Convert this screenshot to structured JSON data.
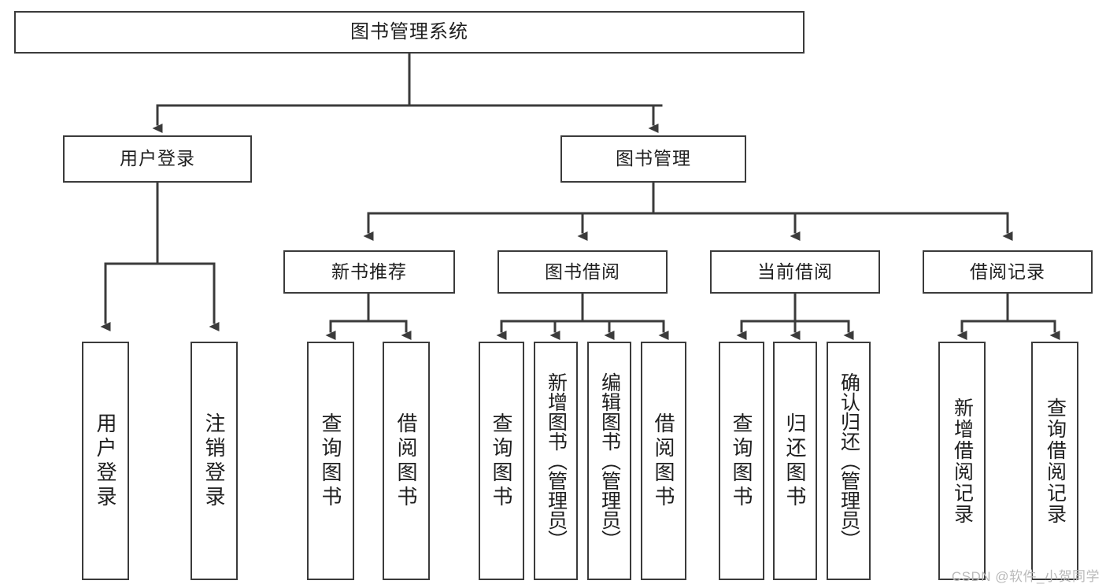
{
  "diagram": {
    "title": "图书管理系统",
    "type": "tree",
    "root": {
      "id": "root",
      "label": "图书管理系统"
    },
    "level1": [
      {
        "id": "user-login",
        "label": "用户登录"
      },
      {
        "id": "book-manage",
        "label": "图书管理"
      }
    ],
    "level2": [
      {
        "id": "new-book-rec",
        "label": "新书推荐",
        "parent": "book-manage"
      },
      {
        "id": "book-borrow",
        "label": "图书借阅",
        "parent": "book-manage"
      },
      {
        "id": "current-borrow",
        "label": "当前借阅",
        "parent": "book-manage"
      },
      {
        "id": "borrow-record",
        "label": "借阅记录",
        "parent": "book-manage"
      }
    ],
    "leaves": [
      {
        "id": "leaf-user-login",
        "label": "用户登录",
        "parent": "user-login"
      },
      {
        "id": "leaf-logout",
        "label": "注销登录",
        "parent": "user-login"
      },
      {
        "id": "leaf-query-book-1",
        "label": "查询图书",
        "parent": "new-book-rec"
      },
      {
        "id": "leaf-borrow-book-1",
        "label": "借阅图书",
        "parent": "new-book-rec"
      },
      {
        "id": "leaf-query-book-2",
        "label": "查询图书",
        "parent": "book-borrow"
      },
      {
        "id": "leaf-add-book",
        "label": "新增图书（管理员）",
        "parent": "book-borrow"
      },
      {
        "id": "leaf-edit-book",
        "label": "编辑图书（管理员）",
        "parent": "book-borrow"
      },
      {
        "id": "leaf-borrow-book-2",
        "label": "借阅图书",
        "parent": "book-borrow"
      },
      {
        "id": "leaf-query-book-3",
        "label": "查询图书",
        "parent": "current-borrow"
      },
      {
        "id": "leaf-return-book",
        "label": "归还图书",
        "parent": "current-borrow"
      },
      {
        "id": "leaf-confirm-return",
        "label": "确认归还（管理员）",
        "parent": "current-borrow"
      },
      {
        "id": "leaf-add-record",
        "label": "新增借阅记录",
        "parent": "borrow-record"
      },
      {
        "id": "leaf-query-record",
        "label": "查询借阅记录",
        "parent": "borrow-record"
      }
    ],
    "colors": {
      "stroke": "#3b3b3b",
      "fill": "#ffffff",
      "text": "#1f1f1f",
      "watermark": "#b9b9b9"
    }
  },
  "watermark": {
    "text": "CSDN @软件_小贺同学"
  }
}
